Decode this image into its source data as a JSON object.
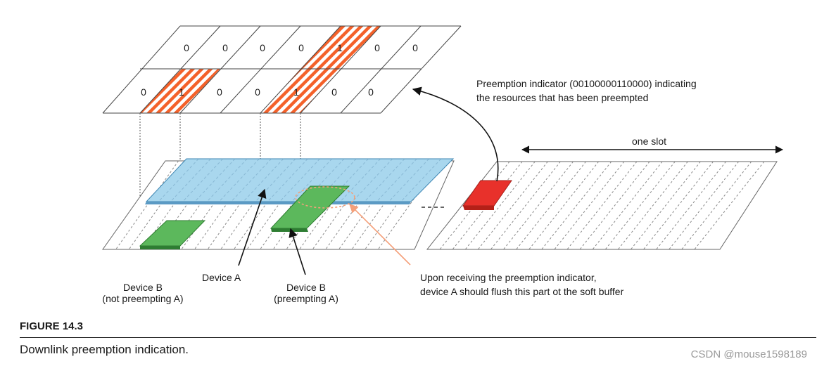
{
  "indicator_grid": {
    "top_row_bits": [
      "0",
      "0",
      "0",
      "0",
      "1",
      "0",
      "0"
    ],
    "bottom_row_bits": [
      "0",
      "1",
      "0",
      "0",
      "1",
      "0",
      "0"
    ]
  },
  "labels": {
    "preemption_indicator_line1": "Preemption indicator (00100000110000) indicating",
    "preemption_indicator_line2": "the resources that has been preempted",
    "one_slot": "one slot",
    "device_a": "Device A",
    "device_b_not_line1": "Device B",
    "device_b_not_line2": "(not preempting A)",
    "device_b_pre_line1": "Device B",
    "device_b_pre_line2": "(preempting A)",
    "upon_line1": "Upon receiving the preemption indicator,",
    "upon_line2": "device A should flush this part ot the soft buffer"
  },
  "figure": {
    "number": "FIGURE 14.3",
    "caption": "Downlink preemption indication."
  },
  "watermark": "CSDN @mouse1598189",
  "colors": {
    "hatch": "#f4612a",
    "device_a": "#a9d7ee",
    "device_b": "#5cb85c",
    "indicator_block": "#e8312b",
    "annotation_arrow": "#f4a07a"
  }
}
